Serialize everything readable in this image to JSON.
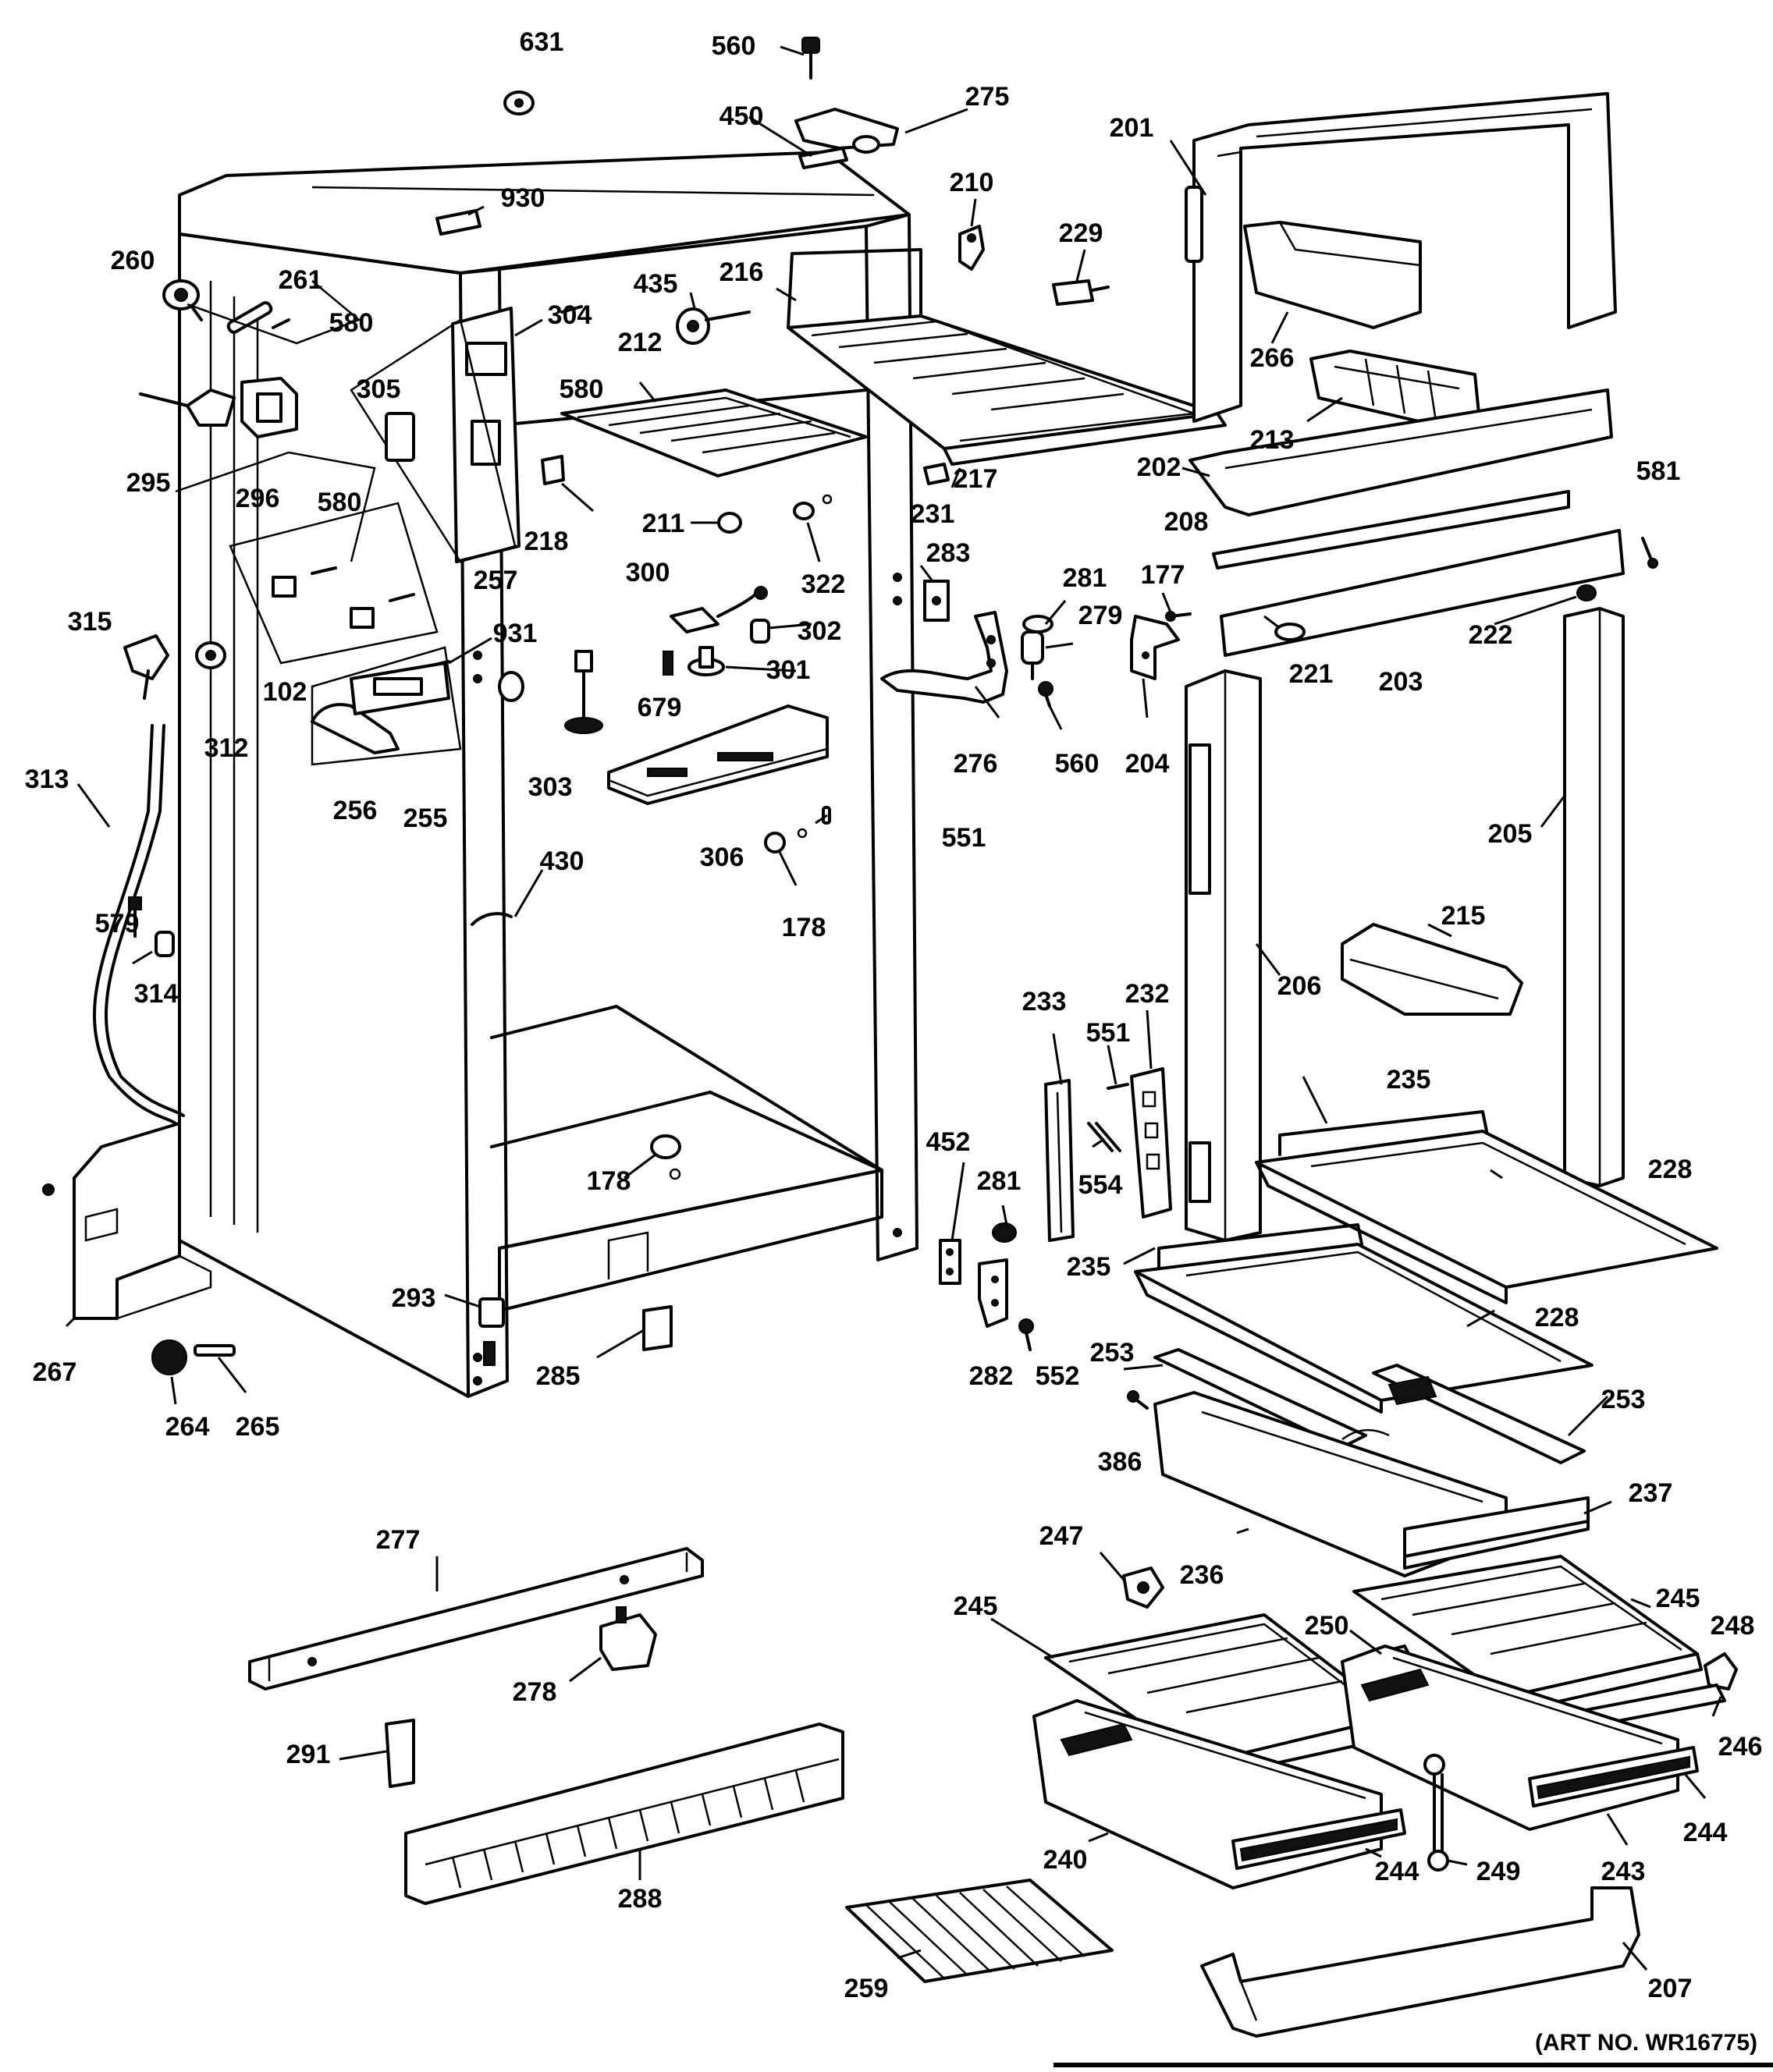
{
  "art_number": "(ART NO. WR16775)",
  "callouts": [
    "631",
    "560",
    "450",
    "275",
    "930",
    "201",
    "210",
    "229",
    "260",
    "261",
    "580",
    "216",
    "435",
    "304",
    "212",
    "266",
    "305",
    "580",
    "213",
    "295",
    "296",
    "202",
    "581",
    "217",
    "218",
    "211",
    "231",
    "283",
    "208",
    "580",
    "322",
    "177",
    "281",
    "300",
    "279",
    "222",
    "257",
    "315",
    "302",
    "221",
    "931",
    "312",
    "203",
    "301",
    "102",
    "679",
    "276",
    "560",
    "204",
    "205",
    "256",
    "255",
    "303",
    "313",
    "306",
    "551",
    "430",
    "178",
    "215",
    "579",
    "314",
    "206",
    "233",
    "232",
    "551",
    "235",
    "554",
    "228",
    "452",
    "281",
    "178",
    "235",
    "228",
    "293",
    "282",
    "552",
    "253",
    "253",
    "267",
    "285",
    "264",
    "265",
    "386",
    "237",
    "277",
    "247",
    "236",
    "245",
    "245",
    "248",
    "250",
    "278",
    "291",
    "246",
    "244",
    "240",
    "244",
    "249",
    "243",
    "288",
    "259",
    "207"
  ]
}
